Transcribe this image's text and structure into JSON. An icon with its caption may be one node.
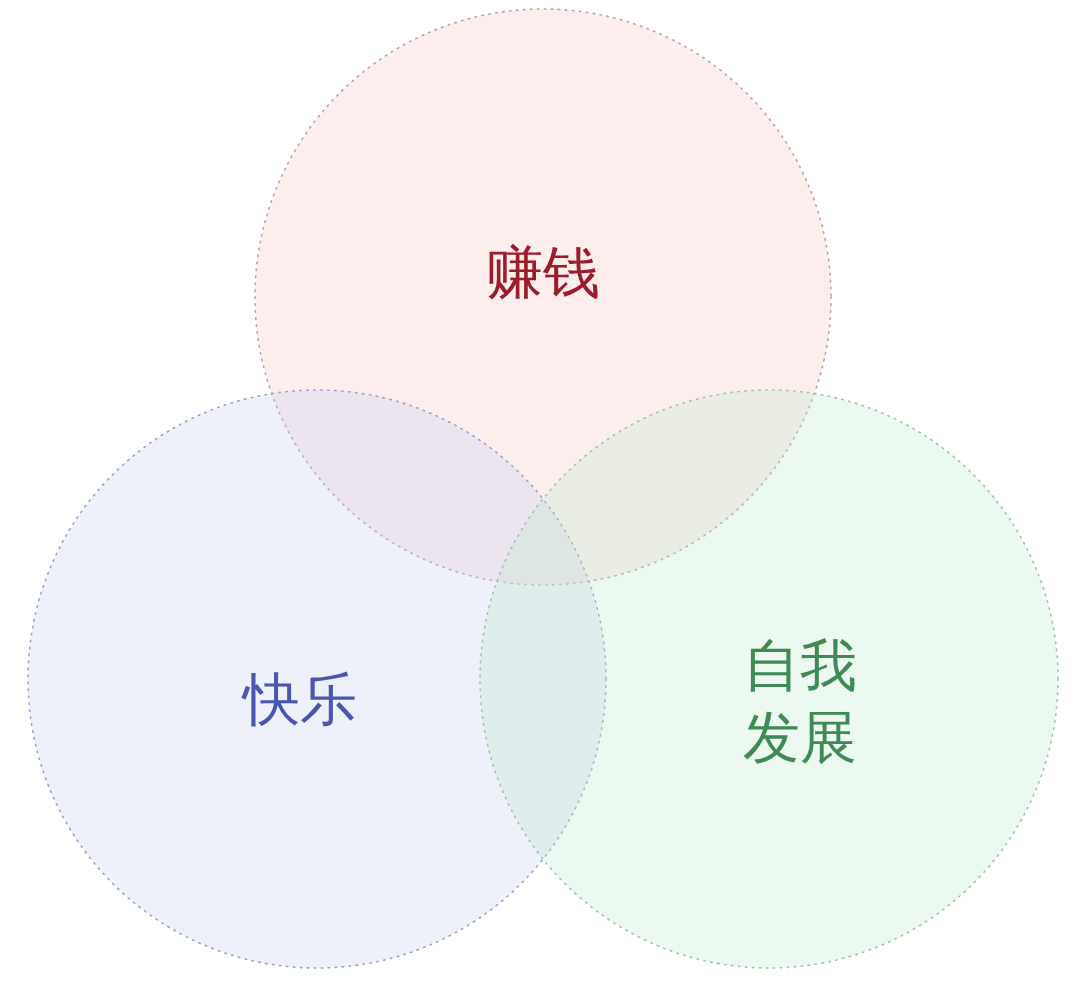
{
  "diagram": {
    "nodes": [
      {
        "text": [
          "赚钱"
        ]
      },
      {
        "text": [
          "快乐"
        ]
      },
      {
        "text": [
          "自我发展"
        ]
      }
    ]
  }
}
